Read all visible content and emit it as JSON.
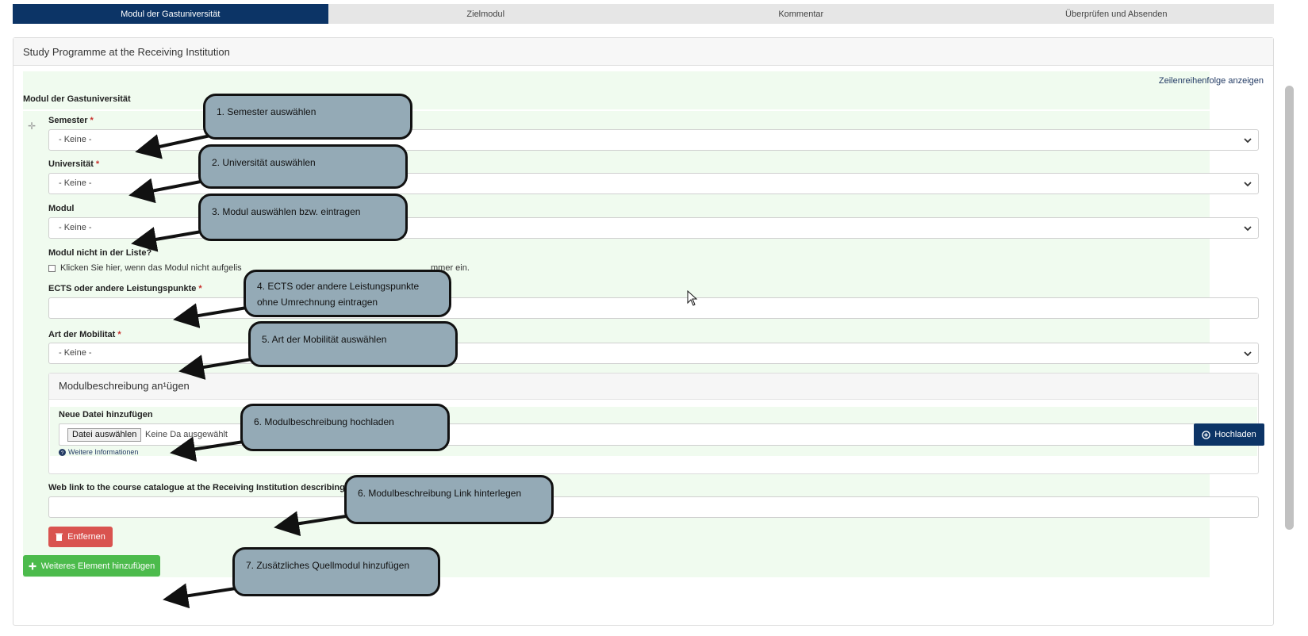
{
  "tabs": [
    "Modul der Gastuniversität",
    "Zielmodul",
    "Kommentar",
    "Überprüfen und Absenden"
  ],
  "panel": {
    "title": "Study Programme at the Receiving Institution",
    "row_order_link": "Zeilenreihenfolge anzeigen",
    "module_title": "Modul der Gastuniversität"
  },
  "form": {
    "semester_label": "Semester",
    "universitaet_label": "Universität",
    "modul_label": "Modul",
    "select_default": "- Keine -",
    "not_in_list_label": "Modul nicht in der Liste?",
    "checkbox_text": "Klicken Sie hier, wenn das Modul nicht aufgelis",
    "checkbox_text_end": "mmer ein.",
    "ects_label": "ECTS oder andere Leistungspunkte",
    "mobilitaet_label": "Art der Mobilitat",
    "required_mark": "*"
  },
  "upload": {
    "panel_title": "Modulbeschreibung an¹ügen",
    "new_file_label": "Neue Datei hinzufügen",
    "choose_button": "Datei auswählen",
    "file_status": "Keine Da  ausgewählt",
    "upload_button": "Hochladen",
    "info_link": "Weitere Informationen"
  },
  "weblink_label": "Web link to the course catalogue at the Receiving Institution describing the",
  "remove_button": "Entfernen",
  "add_button": "Weiteres Element hinzufügen",
  "callouts": [
    "1. Semester auswählen",
    "2. Universität auswählen",
    "3. Modul auswählen bzw. eintragen",
    "4. ECTS oder andere Leistungspunkte\nohne Umrechnung eintragen",
    "5. Art der Mobilität auswählen",
    "6. Modulbeschreibung hochladen",
    "6. Modulbeschreibung Link hinterlegen",
    "7. Zusätzliches Quellmodul hinzufügen"
  ]
}
